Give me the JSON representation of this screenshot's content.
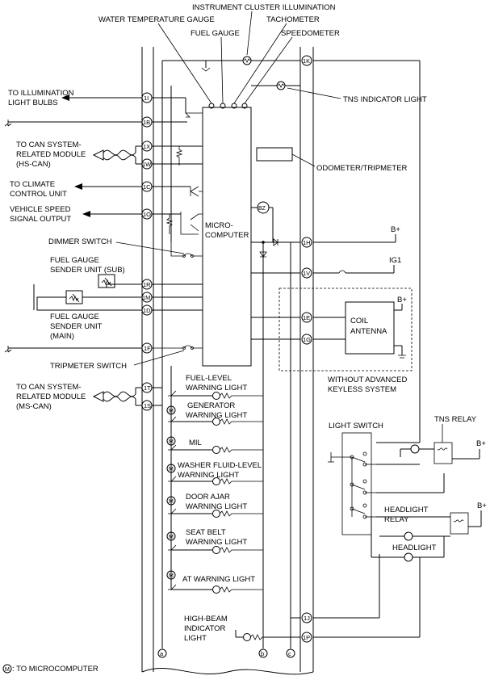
{
  "labels": {
    "instrument_cluster_illumination": "INSTRUMENT CLUSTER ILLUMINATION",
    "water_temperature_gauge": "WATER TEMPERATURE GAUGE",
    "tachometer": "TACHOMETER",
    "fuel_gauge": "FUEL GAUGE",
    "speedometer": "SPEEDOMETER",
    "tns_indicator_light": "TNS INDICATOR LIGHT",
    "to_illumination_1": "TO ILLUMINATION",
    "to_illumination_2": "LIGHT BULBS",
    "to_can_hs_1": "TO CAN SYSTEM-",
    "to_can_hs_2": "RELATED MODULE",
    "to_can_hs_3": "(HS-CAN)",
    "odometer_tripmeter": "ODOMETER/TRIPMETER",
    "to_climate_1": "TO CLIMATE",
    "to_climate_2": "CONTROL UNIT",
    "vehicle_speed_1": "VEHICLE SPEED",
    "vehicle_speed_2": "SIGNAL OUTPUT",
    "microcomputer_1": "MICRO-",
    "microcomputer_2": "COMPUTER",
    "buzzer": "BZ",
    "b_plus": "B+",
    "ig1": "IG1",
    "dimmer_switch": "DIMMER SWITCH",
    "fuel_sub_1": "FUEL GAUGE",
    "fuel_sub_2": "SENDER UNIT (SUB)",
    "fuel_main_1": "FUEL GAUGE",
    "fuel_main_2": "SENDER UNIT",
    "fuel_main_3": "(MAIN)",
    "coil_antenna_1": "COIL",
    "coil_antenna_2": "ANTENNA",
    "tripmeter_switch": "TRIPMETER SWITCH",
    "without_keyless_1": "WITHOUT ADVANCED",
    "without_keyless_2": "KEYLESS SYSTEM",
    "to_can_ms_1": "TO CAN SYSTEM-",
    "to_can_ms_2": "RELATED MODULE",
    "to_can_ms_3": "(MS-CAN)",
    "fuel_level_1": "FUEL-LEVEL",
    "fuel_level_2": "WARNING LIGHT",
    "generator_1": "GENERATOR",
    "generator_2": "WARNING LIGHT",
    "mil": "MIL",
    "washer_1": "WASHER FLUID-LEVEL",
    "washer_2": "WARNING LIGHT",
    "door_ajar_1": "DOOR AJAR",
    "door_ajar_2": "WARNING LIGHT",
    "seat_belt_1": "SEAT BELT",
    "seat_belt_2": "WARNING LIGHT",
    "at_warning": "AT WARNING LIGHT",
    "light_switch": "LIGHT SWITCH",
    "tns_relay": "TNS RELAY",
    "headlight_relay_1": "HEADLIGHT",
    "headlight_relay_2": "RELAY",
    "headlight": "HEADLIGHT",
    "high_beam_1": "HIGH-BEAM",
    "high_beam_2": "INDICATOR",
    "high_beam_3": "LIGHT",
    "legend": ": TO MICROCOMPUTER",
    "legend_symbol": "M"
  },
  "pins": {
    "p1K": "1K",
    "p1I": "1I",
    "p1B": "1B",
    "p1X": "1X",
    "p1W": "1W",
    "p1C": "1C",
    "p1O": "1O",
    "p1H": "1H",
    "p1V": "1V",
    "p1R": "1R",
    "p1M": "1M",
    "p1D": "1D",
    "p1E": "1E",
    "p1G": "1G",
    "p1F": "1F",
    "p1T": "1T",
    "p1S": "1S",
    "p1J": "1J",
    "p1P": "1P",
    "a": "a",
    "b": "b",
    "c": "c"
  },
  "icons": {
    "lamp": "lamp-icon",
    "ground": "ground-icon",
    "motor": "motor-icon"
  }
}
